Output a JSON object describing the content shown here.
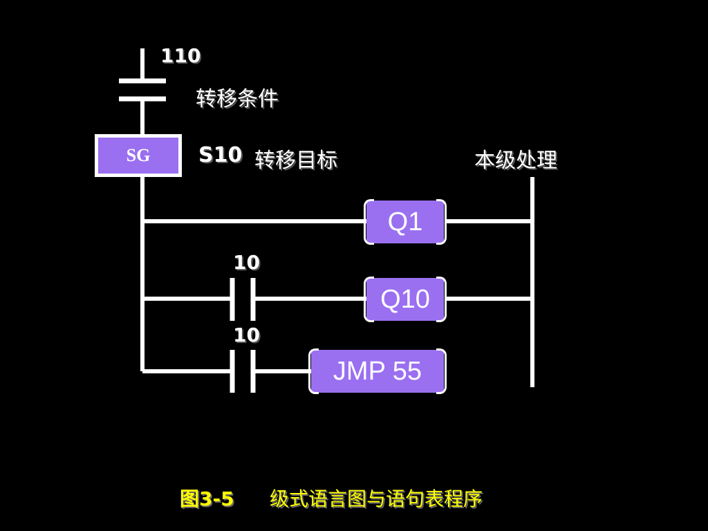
{
  "diagram": {
    "transition_number": "110",
    "transition_label": "转移条件",
    "sg_label": "SG",
    "step_label": "S10",
    "target_label": "转移目标",
    "process_label": "本级处理",
    "contact1_number": "10",
    "contact2_number": "10",
    "coil1_label": "Q1",
    "coil2_label": "Q10",
    "jump_label": "JMP 55"
  },
  "caption": {
    "figure_number": "图3-5",
    "title": "级式语言图与语句表程序"
  },
  "colors": {
    "background": "#000000",
    "line": "#ffffff",
    "box_fill": "#9a70f0",
    "caption": "#ffff00"
  }
}
